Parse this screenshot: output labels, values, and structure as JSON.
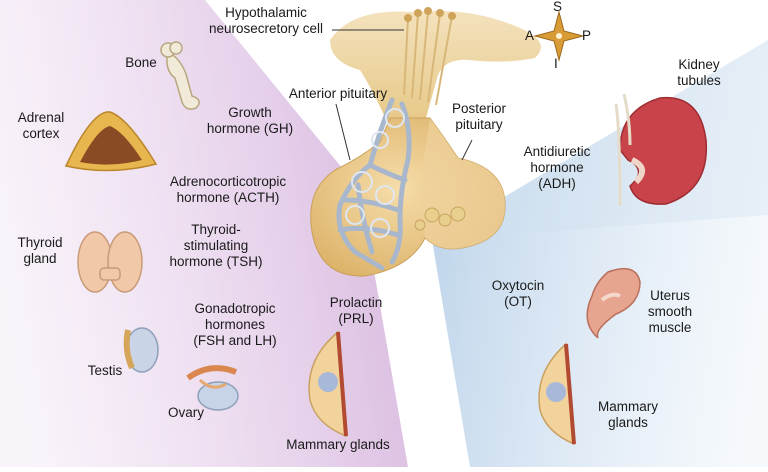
{
  "labels": {
    "hypothalamic": "Hypothalamic\nneurosecretory cell",
    "anterior": "Anterior pituitary",
    "posterior": "Posterior\npituitary",
    "bone": "Bone",
    "gh": "Growth\nhormone (GH)",
    "adrenal": "Adrenal\ncortex",
    "acth": "Adrenocorticotropic\nhormone (ACTH)",
    "thyroid": "Thyroid\ngland",
    "tsh": "Thyroid-\nstimulating\nhormone (TSH)",
    "gonadotropic": "Gonadotropic\nhormones\n(FSH and LH)",
    "testis": "Testis",
    "ovary": "Ovary",
    "prl": "Prolactin\n(PRL)",
    "mammary_left": "Mammary glands",
    "kidney": "Kidney\ntubules",
    "adh": "Antidiuretic\nhormone\n(ADH)",
    "ot": "Oxytocin\n(OT)",
    "uterus": "Uterus\nsmooth\nmuscle",
    "mammary_right": "Mammary\nglands"
  },
  "compass": {
    "s": "S",
    "a": "A",
    "p": "P",
    "i": "I"
  },
  "colors": {
    "anterior_wedge": "#e6d2ea",
    "posterior_wedge": "#d7e6f3",
    "pituitary": "#e9c98c",
    "vessels": "#b9c6d8",
    "compass": "#c98a2a"
  }
}
